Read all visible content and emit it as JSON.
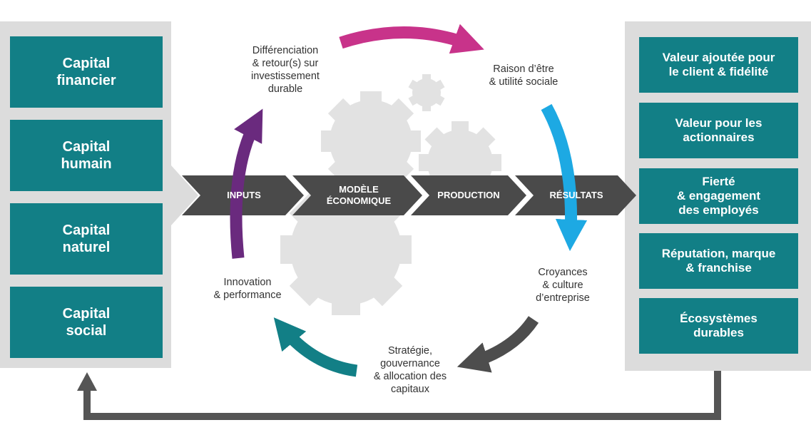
{
  "capitals": [
    {
      "label": "Capital\nfinancier"
    },
    {
      "label": "Capital\nhumain"
    },
    {
      "label": "Capital\nnaturel"
    },
    {
      "label": "Capital\nsocial"
    }
  ],
  "outcomes": [
    {
      "label": "Valeur ajoutée pour\nle client & fidélité"
    },
    {
      "label": "Valeur pour les\nactionnaires"
    },
    {
      "label": "Fierté\n& engagement\ndes employés"
    },
    {
      "label": "Réputation, marque\n& franchise"
    },
    {
      "label": "Écosystèmes\ndurables"
    }
  ],
  "chevrons": [
    {
      "label": "INPUTS"
    },
    {
      "label": "MODÈLE\nÉCONOMIQUE"
    },
    {
      "label": "PRODUCTION"
    },
    {
      "label": "RÉSULTATS"
    }
  ],
  "cycle_labels": {
    "differenciation": "Différenciation\n& retour(s) sur\ninvestissement\ndurable",
    "raison": "Raison d’être\n& utilité sociale",
    "croyances": "Croyances\n& culture\nd’entreprise",
    "strategie": "Stratégie,\ngouvernance\n& allocation des\ncapitaux",
    "innovation": "Innovation\n& performance"
  },
  "colors": {
    "teal": "#127f86",
    "panel_gray": "#dcdcdc",
    "chevron_dark": "#4a4a4a",
    "gear_gray": "#e2e2e2",
    "magenta": "#c8338a",
    "blue": "#1da9e3",
    "dark_gray_arrow": "#4d4d4d",
    "purple": "#6a2a7e",
    "feedback_arrow": "#555555"
  }
}
